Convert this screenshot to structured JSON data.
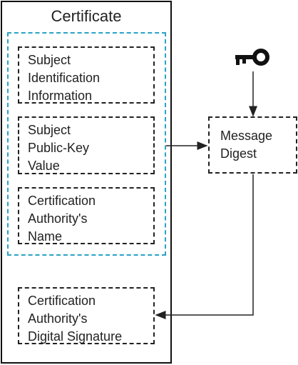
{
  "certificate": {
    "title": "Certificate",
    "fields": [
      {
        "lines": [
          "Subject",
          "Identification",
          "Information"
        ]
      },
      {
        "lines": [
          "Subject",
          "Public-Key",
          "Value"
        ]
      },
      {
        "lines": [
          "Certification",
          "Authority's",
          "Name"
        ]
      }
    ],
    "signature": {
      "lines": [
        "Certification",
        "Authority's",
        "Digital Signature"
      ]
    }
  },
  "digest": {
    "lines": [
      "Message",
      "Digest"
    ]
  },
  "key": {
    "icon": "key-icon"
  },
  "colors": {
    "group_border": "#29a3c4",
    "stroke": "#222222"
  }
}
